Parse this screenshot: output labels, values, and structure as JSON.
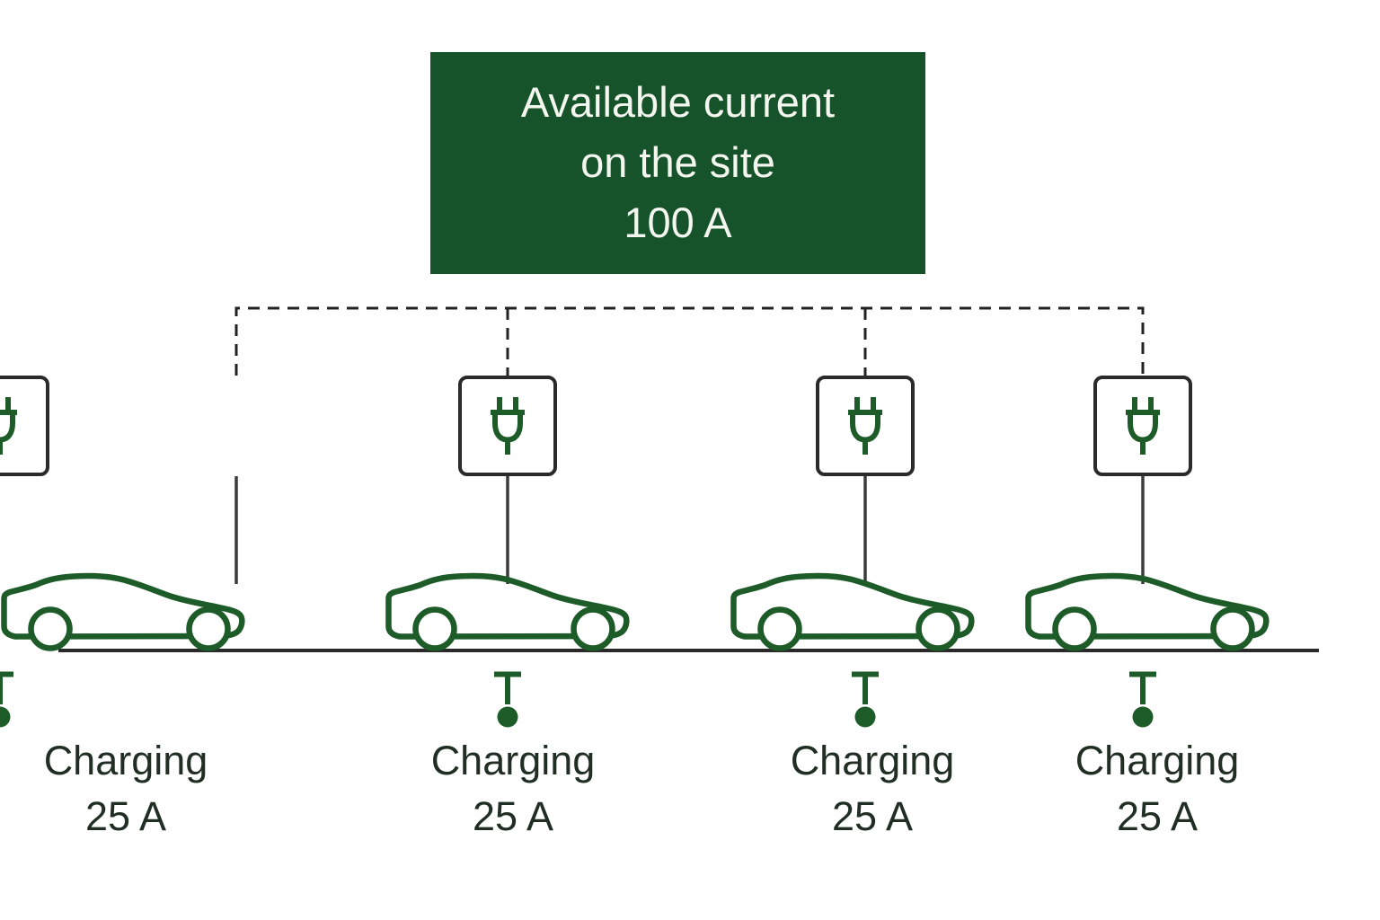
{
  "title_box": {
    "lines": [
      "Available current",
      "on the site",
      "100 A"
    ]
  },
  "stations": [
    {
      "status": "Charging",
      "current": "25 A"
    },
    {
      "status": "Charging",
      "current": "25 A"
    },
    {
      "status": "Charging",
      "current": "25 A"
    },
    {
      "status": "Charging",
      "current": "25 A"
    }
  ],
  "icons": {
    "charger": "plug-icon",
    "vehicle": "car-icon",
    "indicator": "charging-contact-icon"
  },
  "colors": {
    "panel_green": "#16522a",
    "panel_text": "#f4f6f0",
    "outline_green": "#1d5c28",
    "label_text": "#212e23",
    "wire_dark": "#222222",
    "cable_gray": "#3c3c3c",
    "border_dark": "#2a2a2a"
  }
}
